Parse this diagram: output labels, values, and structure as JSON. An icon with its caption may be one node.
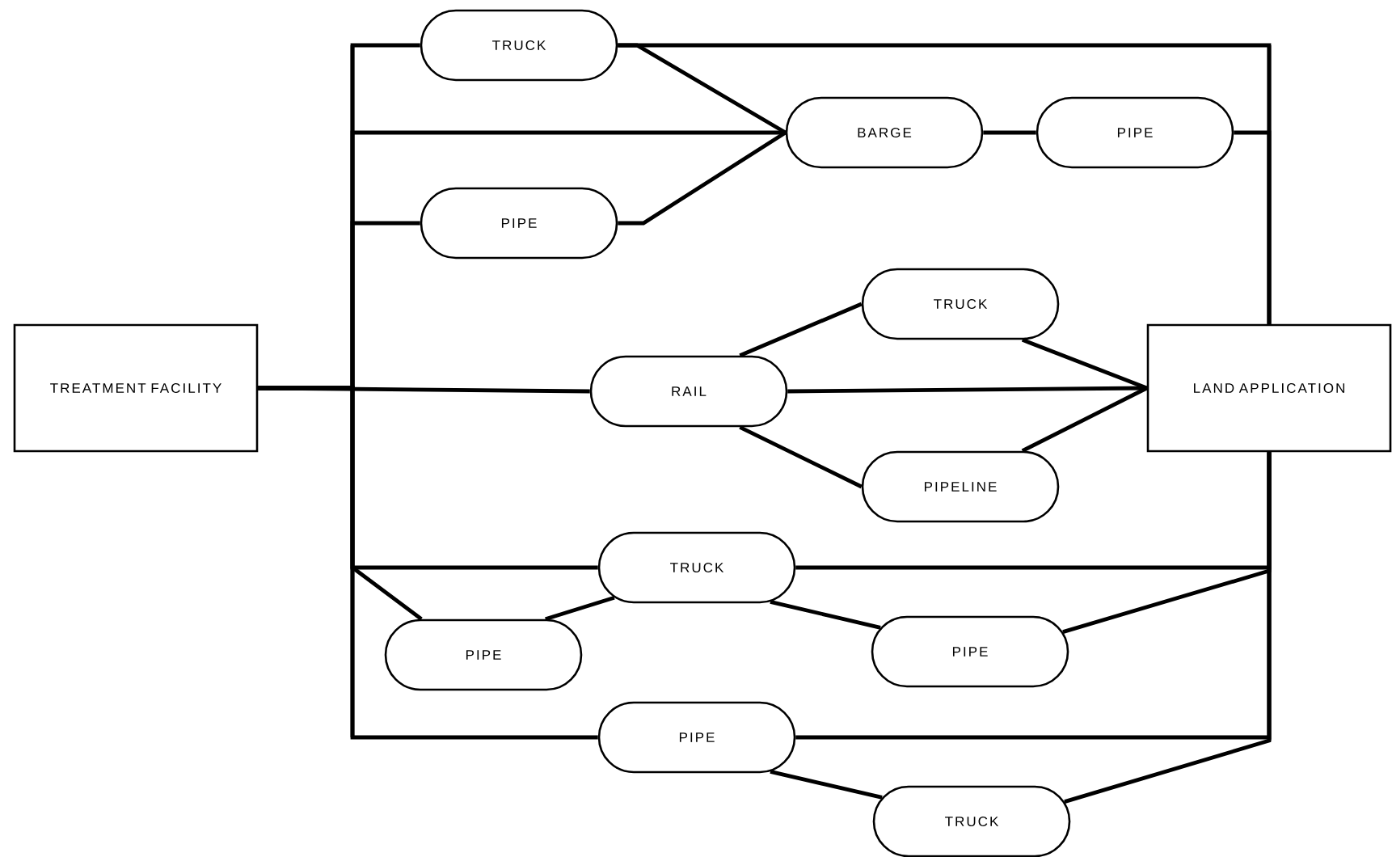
{
  "diagram": {
    "nodes": [
      {
        "text": [
          "TREATMENT FACILITY"
        ]
      },
      {
        "text": [
          "LAND APPLICATION"
        ]
      },
      {
        "text": [
          "TRUCK"
        ]
      },
      {
        "text": [
          "BARGE"
        ]
      },
      {
        "text": [
          "PIPE"
        ]
      },
      {
        "text": [
          "PIPE"
        ]
      },
      {
        "text": [
          "TRUCK"
        ]
      },
      {
        "text": [
          "RAIL"
        ]
      },
      {
        "text": [
          "PIPELINE"
        ]
      },
      {
        "text": [
          "TRUCK"
        ]
      },
      {
        "text": [
          "PIPE"
        ]
      },
      {
        "text": [
          "PIPE"
        ]
      },
      {
        "text": [
          "PIPE"
        ]
      },
      {
        "text": [
          "TRUCK"
        ]
      }
    ],
    "edges": [
      {
        "from": 0,
        "to": 2,
        "arrow": "none"
      },
      {
        "from": 2,
        "to": 1,
        "arrow": "none"
      },
      {
        "from": 2,
        "to": 3,
        "arrow": "none"
      },
      {
        "from": 0,
        "to": 3,
        "arrow": "none"
      },
      {
        "from": 0,
        "to": 5,
        "arrow": "none"
      },
      {
        "from": 5,
        "to": 3,
        "arrow": "none"
      },
      {
        "from": 3,
        "to": 4,
        "arrow": "none"
      },
      {
        "from": 4,
        "to": 1,
        "arrow": "none"
      },
      {
        "from": 0,
        "to": 7,
        "arrow": "none"
      },
      {
        "from": 7,
        "to": 1,
        "arrow": "none"
      },
      {
        "from": 7,
        "to": 6,
        "arrow": "none"
      },
      {
        "from": 7,
        "to": 8,
        "arrow": "none"
      },
      {
        "from": 6,
        "to": 1,
        "arrow": "none"
      },
      {
        "from": 8,
        "to": 1,
        "arrow": "none"
      },
      {
        "from": 0,
        "to": 9,
        "arrow": "none"
      },
      {
        "from": 0,
        "to": 10,
        "arrow": "none"
      },
      {
        "from": 10,
        "to": 9,
        "arrow": "none"
      },
      {
        "from": 9,
        "to": 1,
        "arrow": "none"
      },
      {
        "from": 9,
        "to": 11,
        "arrow": "none"
      },
      {
        "from": 11,
        "to": 1,
        "arrow": "none"
      },
      {
        "from": 0,
        "to": 12,
        "arrow": "none"
      },
      {
        "from": 12,
        "to": 1,
        "arrow": "none"
      },
      {
        "from": 12,
        "to": 13,
        "arrow": "none"
      },
      {
        "from": 13,
        "to": 1,
        "arrow": "none"
      }
    ]
  }
}
